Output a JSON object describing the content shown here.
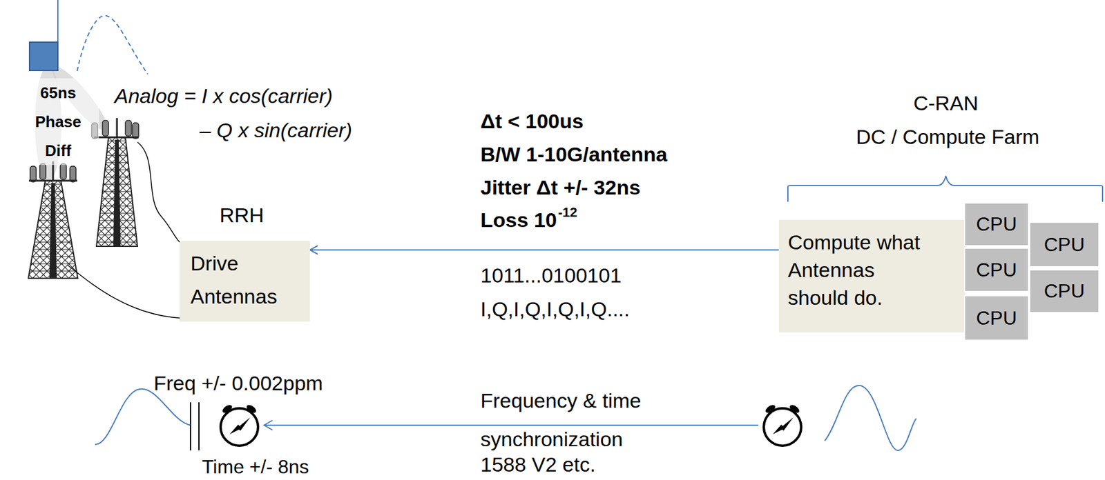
{
  "diagram": {
    "nodes": [
      {
        "text": [
          "RRH",
          "Drive Antennas"
        ]
      },
      {
        "text": [
          "Compute what Antennas should do."
        ]
      },
      {
        "text": [
          "CPU"
        ]
      },
      {
        "text": [
          "CPU"
        ]
      },
      {
        "text": [
          "CPU"
        ]
      },
      {
        "text": [
          "CPU"
        ]
      },
      {
        "text": [
          "CPU"
        ]
      }
    ],
    "edges": [
      {
        "from": 1,
        "to": 0,
        "arrow": "to"
      }
    ],
    "labels": [
      "65ns Phase Diff",
      "Analog = I x cos(carrier)",
      "– Q x sin(carrier)",
      "Δt < 100us",
      "B/W 1-10G/antenna",
      "Jitter Δt +/- 32ns",
      "Loss 10",
      "-12",
      "1011...0100101",
      "I,Q,I,Q,I,Q,I,Q....",
      "C-RAN",
      "DC / Compute Farm",
      "Freq +/- 0.002ppm",
      "Time +/- 8ns",
      "Frequency & time",
      "synchronization",
      "1588 V2 etc."
    ]
  }
}
